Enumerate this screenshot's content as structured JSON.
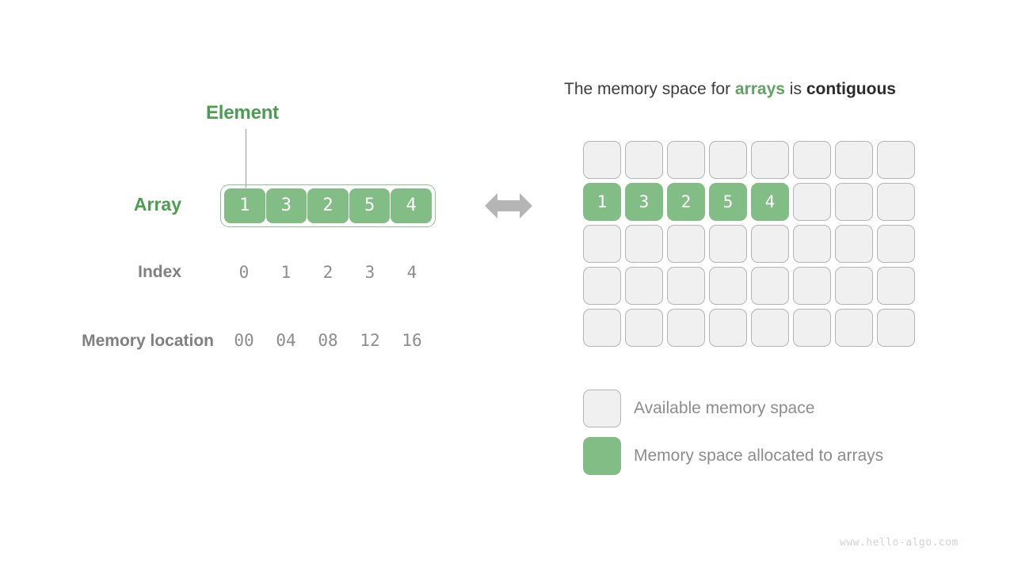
{
  "left_panel": {
    "element_label": "Element",
    "rows": {
      "array_label": "Array",
      "index_label": "Index",
      "memory_label": "Memory location"
    },
    "array_values": [
      "1",
      "3",
      "2",
      "5",
      "4"
    ],
    "index_values": [
      "0",
      "1",
      "2",
      "3",
      "4"
    ],
    "memory_values": [
      "00",
      "04",
      "08",
      "12",
      "16"
    ]
  },
  "arrow": {
    "name": "double-headed-arrow",
    "color": "#b5b5b5"
  },
  "right_panel": {
    "title": {
      "part1": "The memory space for ",
      "highlight_green": "arrays",
      "part2": " is ",
      "highlight_dark": "contiguous"
    },
    "grid": {
      "columns": 8,
      "rows": 5,
      "cells": [
        [
          "",
          "",
          "",
          "",
          "",
          "",
          "",
          ""
        ],
        [
          "1",
          "3",
          "2",
          "5",
          "4",
          "",
          "",
          ""
        ],
        [
          "",
          "",
          "",
          "",
          "",
          "",
          "",
          ""
        ],
        [
          "",
          "",
          "",
          "",
          "",
          "",
          "",
          ""
        ],
        [
          "",
          "",
          "",
          "",
          "",
          "",
          "",
          ""
        ]
      ]
    },
    "legend": [
      {
        "swatch": "free",
        "label": "Available memory space"
      },
      {
        "swatch": "used",
        "label": "Memory space allocated to arrays"
      }
    ]
  },
  "colors": {
    "green_fill": "#81bd85",
    "green_text": "#4a9e50",
    "gray_text": "#8c8c8c",
    "cell_free_bg": "#f0f0f0",
    "cell_free_border": "#b4b4b4"
  },
  "watermark": "www.hello-algo.com"
}
